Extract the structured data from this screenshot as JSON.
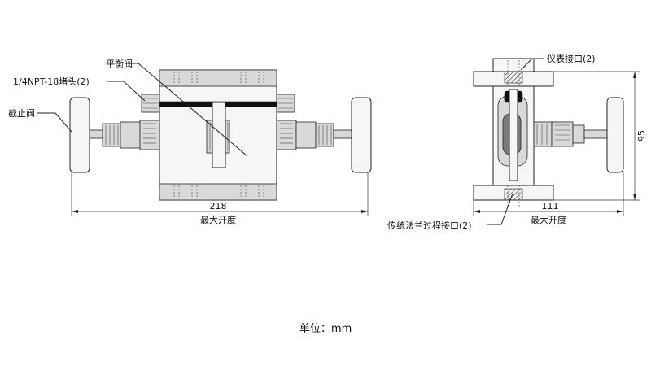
{
  "labels": {
    "balance_valve": "平衡阀",
    "npt_plug": "1/4NPT-18堵头(2)",
    "shutoff_valve": "截止阀",
    "instrument_port": "仪表接口(2)",
    "process_port": "传统法兰过程接口(2)"
  },
  "dimensions": {
    "front_width": "218",
    "front_caption": "最大开度",
    "side_width": "111",
    "side_caption": "最大开度",
    "side_height": "95"
  },
  "unit": "单位：mm"
}
